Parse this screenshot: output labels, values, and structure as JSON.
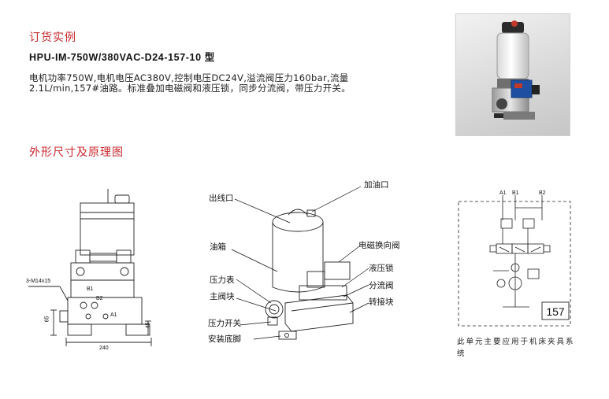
{
  "order_example": {
    "title": "订货实例",
    "model": "HPU-IM-750W/380VAC-D24-157-10 型",
    "description": "电机功率750W,电机电压AC380V,控制电压DC24V,溢流阀压力160bar,流量2.1L/min,157#油路。标准叠加电磁阀和液压锁，同步分流阀，带压力开关。"
  },
  "dimensions": {
    "title": "外形尺寸及原理图",
    "thread_label": "3-M14x15",
    "width_label": "240",
    "height_label_1": "65",
    "height_label_2": "45",
    "port_b1": "B1",
    "port_b2": "B2",
    "port_a1": "A1"
  },
  "callouts": {
    "cable_outlet": "出线口",
    "oil_filler": "加油口",
    "oil_tank": "油箱",
    "solenoid_valve": "电磁换向阀",
    "pressure_gauge": "压力表",
    "hydraulic_lock": "液压锁",
    "main_block": "主阀块",
    "flow_divider": "分流阀",
    "pressure_switch": "压力开关",
    "adapter_block": "转接块",
    "mounting_foot": "安装底脚"
  },
  "schematic": {
    "port_a1": "A1",
    "port_b1": "B1",
    "port_b2": "B2",
    "circuit_number": "157",
    "note": "此单元主要应用于机床夹具系统"
  }
}
